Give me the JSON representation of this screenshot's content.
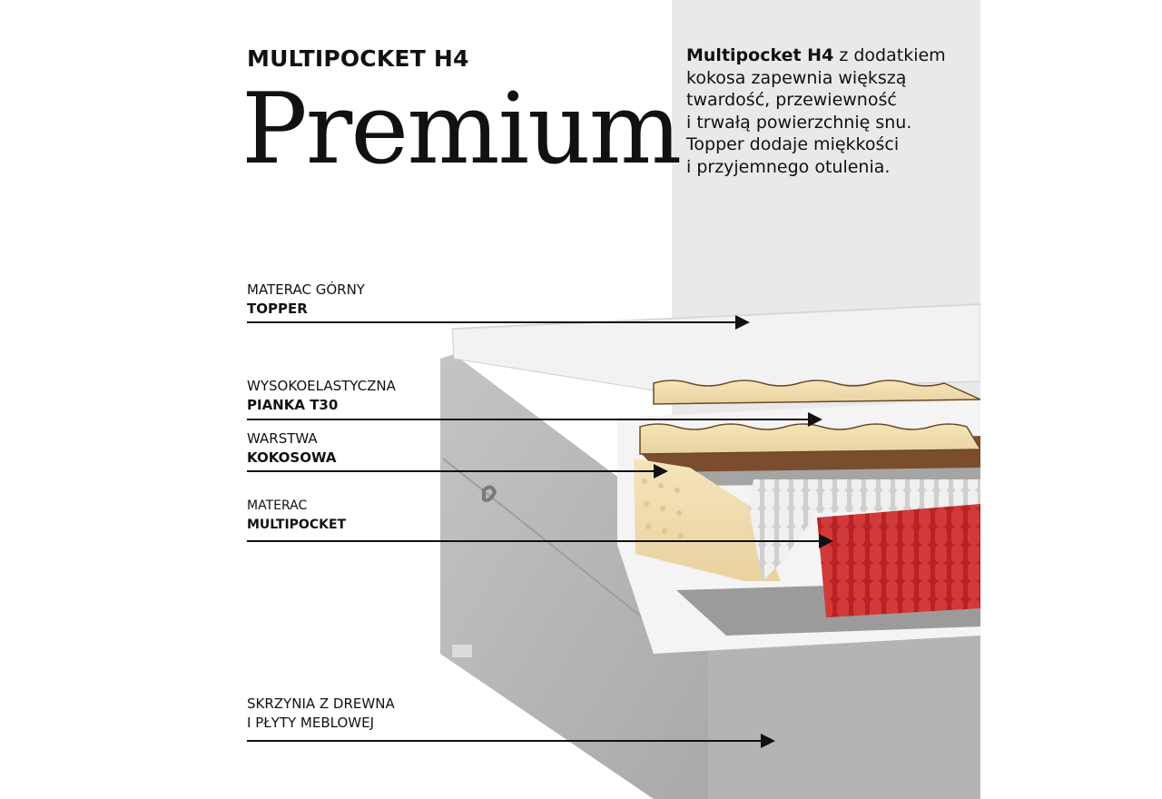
{
  "header": {
    "subtitle": "MULTIPOCKET H4",
    "title": "Premium"
  },
  "description": {
    "bold": "Multipocket H4",
    "text_lines": [
      " z dodatkiem",
      "kokosa zapewnia większą",
      "twardość, przewiewność",
      "i trwałą powierzchnię snu.",
      "Topper dodaje miękkości",
      "i przyjemnego otulenia."
    ]
  },
  "layers": [
    {
      "line1": "MATERAC GÓRNY",
      "line2": "TOPPER"
    },
    {
      "line1": "WYSOKOELASTYCZNA",
      "line2": "PIANKA T30"
    },
    {
      "line1": "WARSTWA",
      "line2": "KOKOSOWA"
    },
    {
      "line1": "MATERAC",
      "line2": "MULTIPOCKET"
    },
    {
      "line1": "SKRZYNIA Z DREWNA",
      "line2": "I PŁYTY MEBLOWEJ"
    }
  ],
  "colors": {
    "panel": "#e9e9ea",
    "fabric": "#b9b9b9",
    "foam": "#f0dcae",
    "coconut": "#7a4e2c",
    "pocket_red": "#c0282a",
    "pocket_white": "#e6e6e6"
  }
}
